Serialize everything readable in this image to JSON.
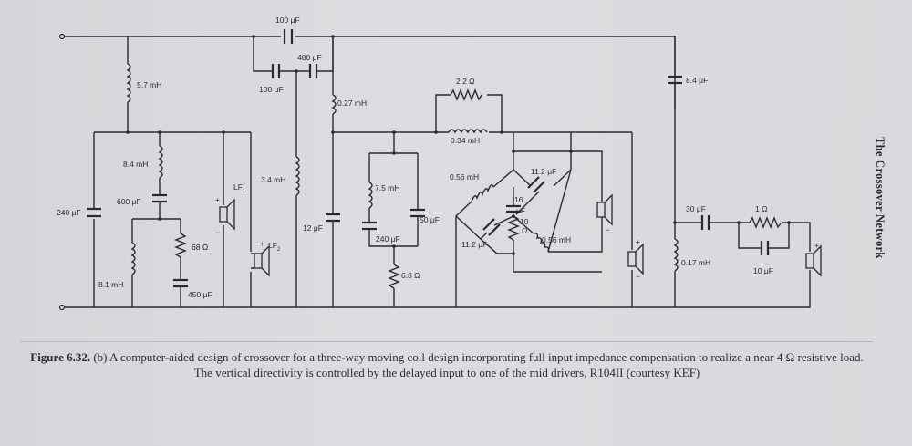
{
  "side_title": "The Crossover Network",
  "caption": {
    "figure_label": "Figure 6.32.",
    "text": "(b) A computer-aided design of crossover for a three-way moving coil design incorporating full input impedance compensation to realize a near 4 Ω resistive load. The vertical directivity is controlled by the delayed input to one of the mid drivers, R104II (courtesy KEF)"
  },
  "components": {
    "c_top": "100 μF",
    "c_480": "480 μF",
    "c_100b": "100 μF",
    "l_57": "5.7 mH",
    "l_027": "0.27 mH",
    "l_84": "8.4 mH",
    "c_600": "600 μF",
    "c_240a": "240 μF",
    "r_68": "68 Ω",
    "l_81": "8.1 mH",
    "c_450": "450 μF",
    "lf1": "LF",
    "lf1_sub": "1",
    "lf2": "LF",
    "lf2_sub": "2",
    "l_34": "3.4 mH",
    "c_12": "12 μF",
    "r_22": "2.2 Ω",
    "l_034": "0.34 mH",
    "l_75": "7.5 mH",
    "c_50": "50 μF",
    "c_240b": "240 μF",
    "r_68b": "6.8 Ω",
    "l_056a": "0.56 mH",
    "c_112a": "11.2 μF",
    "c_16": "16",
    "c_16u": "μF",
    "r_10": "10",
    "r_10u": "Ω",
    "c_112b": "11.2 μF",
    "l_056b": "0.56 mH",
    "c_84": "8.4 μF",
    "c_30": "30 μF",
    "r_1": "1 Ω",
    "l_017": "0.17 mH",
    "c_10": "10 μF"
  }
}
